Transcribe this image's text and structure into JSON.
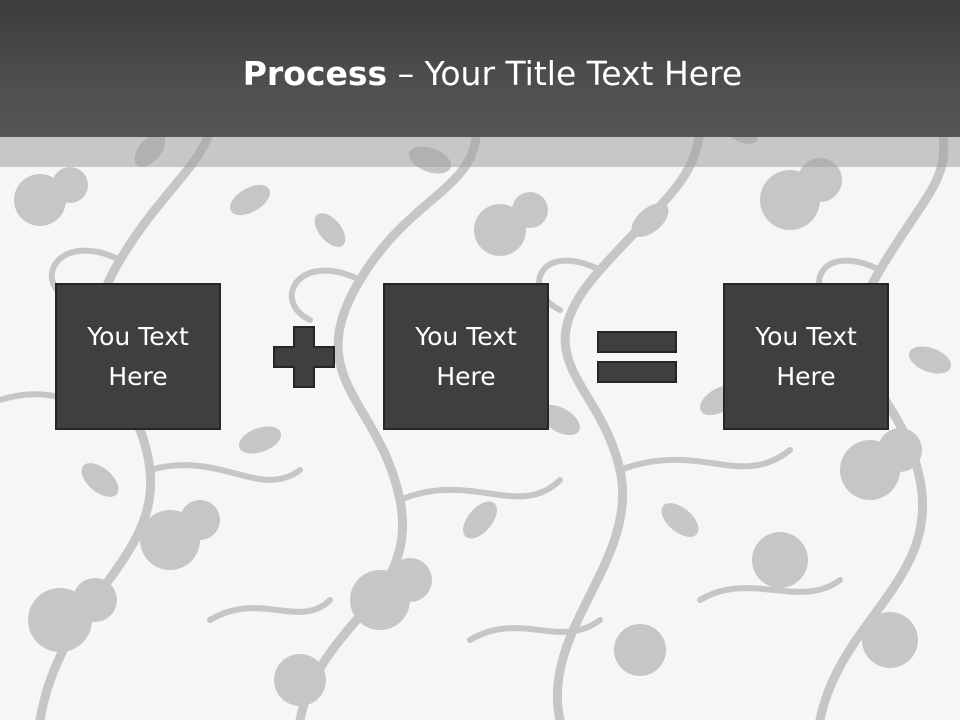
{
  "slide": {
    "title_bold": "Process",
    "title_dash": " – ",
    "title_rest": "Your Title Text Here",
    "boxes": [
      {
        "text": "You Text Here"
      },
      {
        "text": "You Text Here"
      },
      {
        "text": "You Text Here"
      }
    ],
    "operators": [
      "plus-icon",
      "equals-icon"
    ],
    "colors": {
      "header": "#4a4a4a",
      "box_fill": "#3f3f3f",
      "box_border": "#262626",
      "pattern": "#c4c4c4",
      "background": "#f6f6f6"
    }
  }
}
